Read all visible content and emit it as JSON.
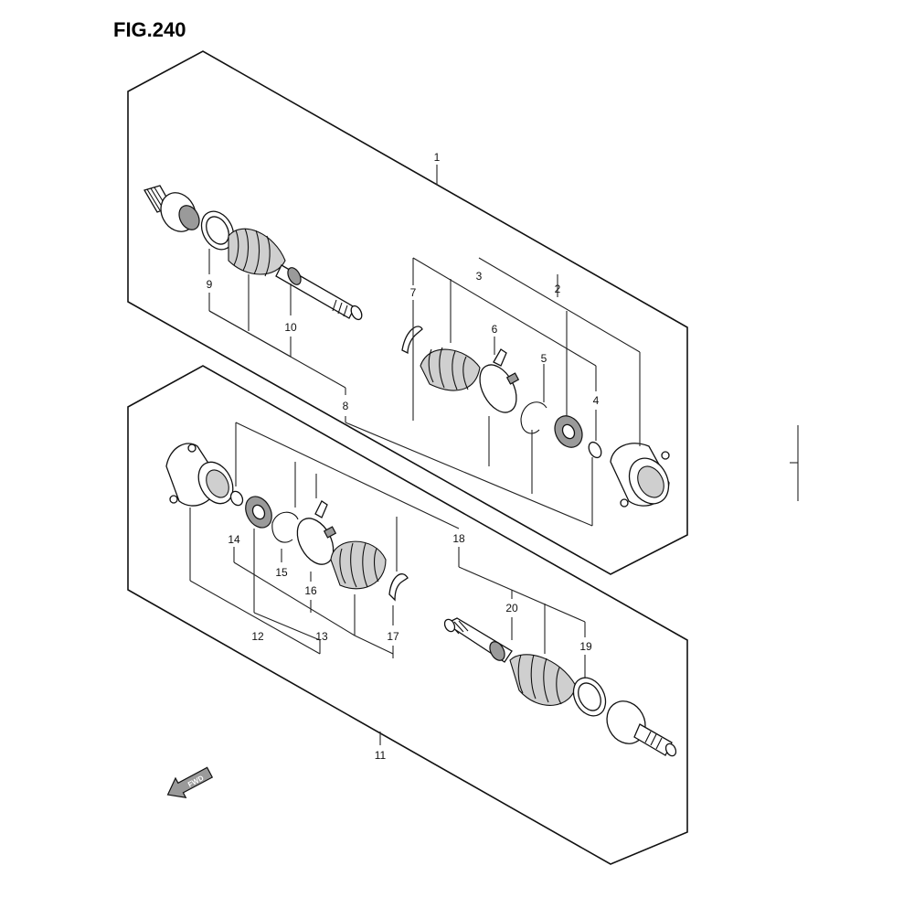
{
  "figure": {
    "title": "FIG.240"
  },
  "fwd_label": "FWD",
  "callouts": [
    {
      "id": "1",
      "text": "1"
    },
    {
      "id": "2",
      "text": "2"
    },
    {
      "id": "3",
      "text": "3"
    },
    {
      "id": "4",
      "text": "4"
    },
    {
      "id": "5",
      "text": "5"
    },
    {
      "id": "6",
      "text": "6"
    },
    {
      "id": "7",
      "text": "7"
    },
    {
      "id": "8",
      "text": "8"
    },
    {
      "id": "9",
      "text": "9"
    },
    {
      "id": "10",
      "text": "10"
    },
    {
      "id": "11",
      "text": "11"
    },
    {
      "id": "12",
      "text": "12"
    },
    {
      "id": "13",
      "text": "13"
    },
    {
      "id": "14",
      "text": "14"
    },
    {
      "id": "15",
      "text": "15"
    },
    {
      "id": "16",
      "text": "16"
    },
    {
      "id": "17",
      "text": "17"
    },
    {
      "id": "18",
      "text": "18"
    },
    {
      "id": "19",
      "text": "19"
    },
    {
      "id": "20",
      "text": "20"
    }
  ]
}
